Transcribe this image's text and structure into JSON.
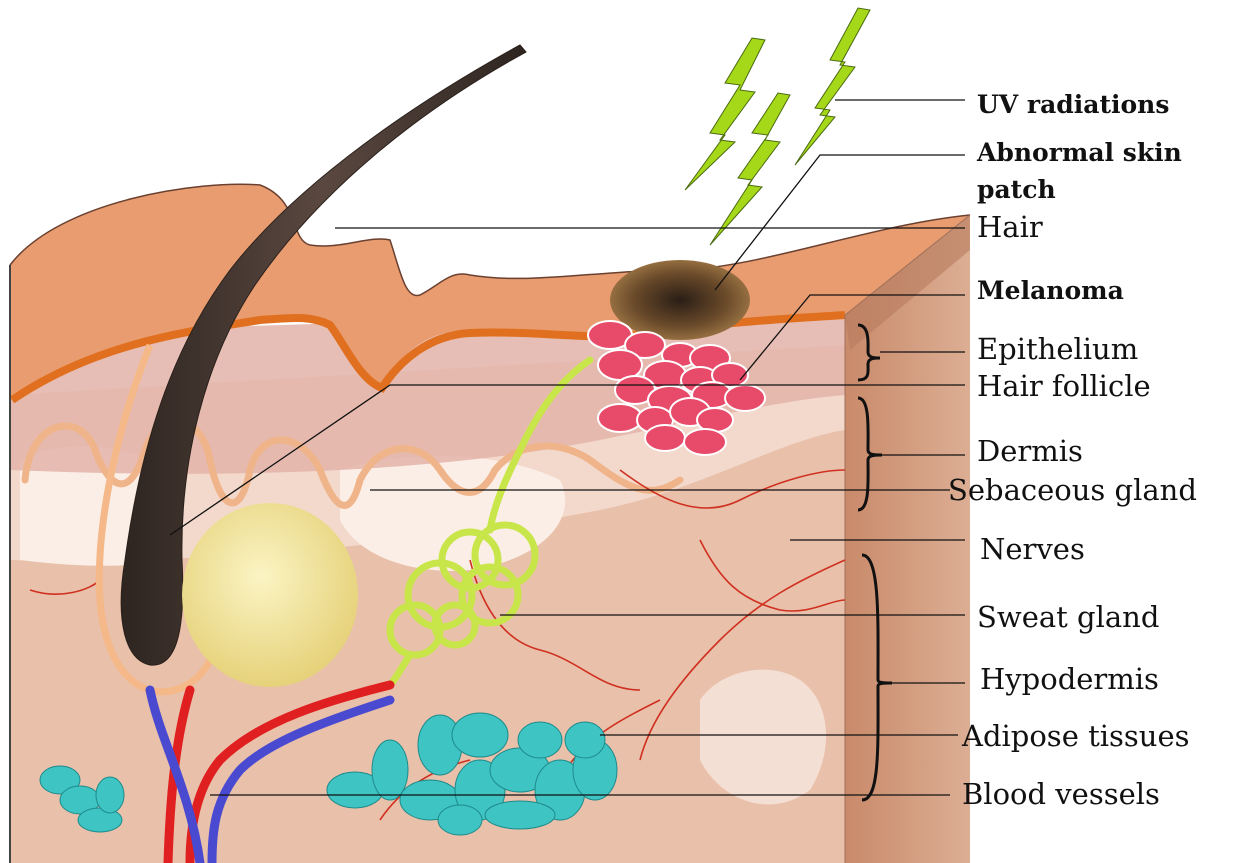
{
  "diagram": {
    "labels": {
      "uv": "UV radiations",
      "abnormal_line1": "Abnormal skin",
      "abnormal_line2": "patch",
      "hair": "Hair",
      "melanoma": "Melanoma",
      "epithelium": "Epithelium",
      "hair_follicle": "Hair follicle",
      "dermis": "Dermis",
      "sebaceous": "Sebaceous gland",
      "nerves": "Nerves",
      "sweat": "Sweat gland",
      "hypodermis": "Hypodermis",
      "adipose": "Adipose tissues",
      "blood": "Blood vessels"
    },
    "colors": {
      "epidermis": "#e69a6e",
      "epidermis_edge": "#e0701f",
      "dermis": "#f2d2c4",
      "hypodermis": "#e8bca4",
      "side": "#d49a7a",
      "hair": "#4a3a33",
      "bulb": "#f3e79a",
      "sweat": "#c8e64a",
      "melanoma": "#e84a6a",
      "adipose": "#3fc4c4",
      "artery": "#e02020",
      "vein": "#4a4ad0",
      "lightning": "#a6d81a"
    }
  }
}
